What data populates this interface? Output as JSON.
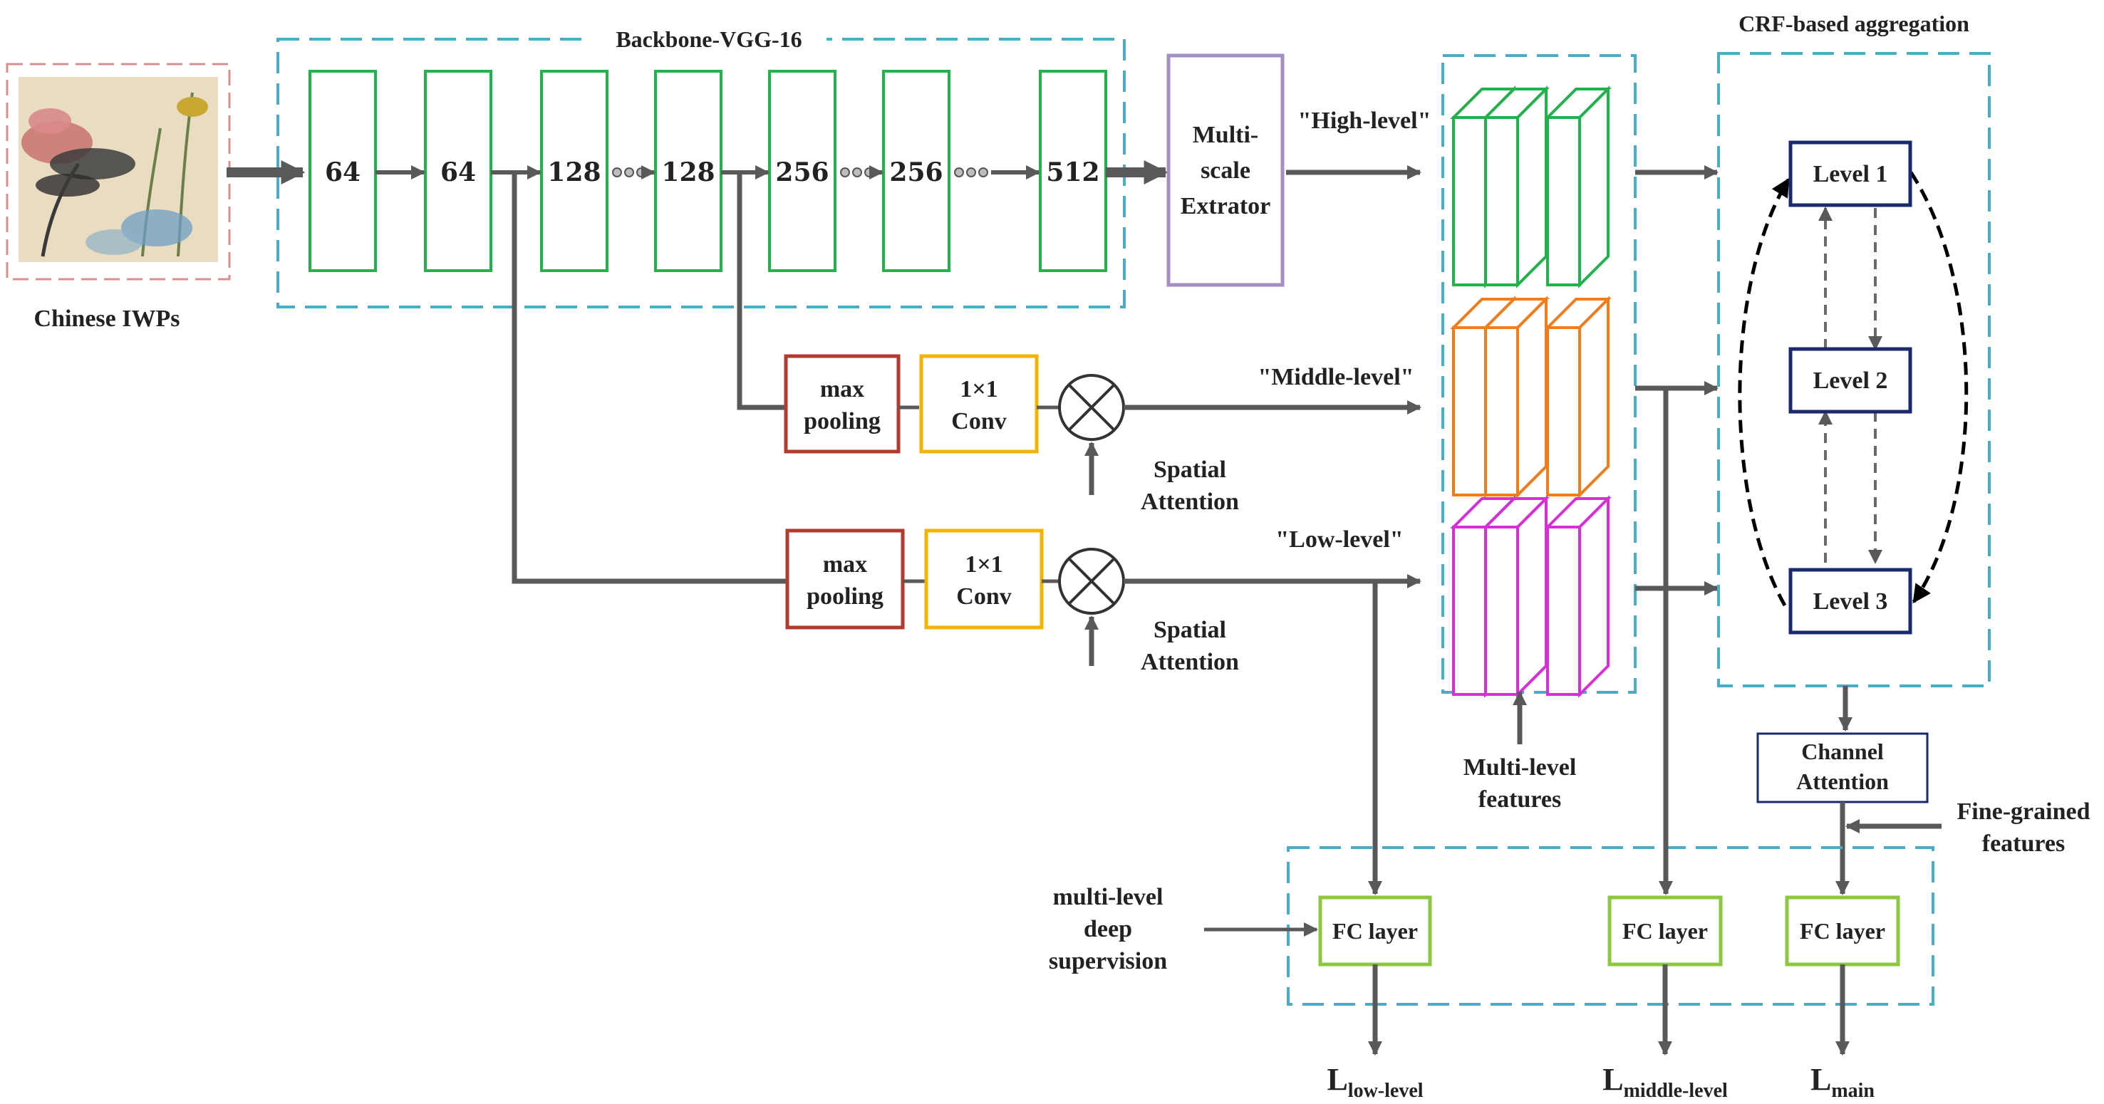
{
  "input": {
    "label": "Chinese IWPs"
  },
  "backbone": {
    "title": "Backbone-VGG-16",
    "layers": [
      "64",
      "64",
      "128",
      "128",
      "256",
      "256",
      "512"
    ]
  },
  "extractor": {
    "line1": "Multi-",
    "line2": "scale",
    "line3": "Extrator"
  },
  "levels": {
    "high": "\"High-level\"",
    "middle": "\"Middle-level\"",
    "low": "\"Low-level\""
  },
  "branch_blocks": {
    "pool_line1": "max",
    "pool_line2": "pooling",
    "conv_line1": "1×1",
    "conv_line2": "Conv",
    "spatial_line1": "Spatial",
    "spatial_line2": "Attention"
  },
  "multilevel": {
    "line1": "Multi-level",
    "line2": "features"
  },
  "crf": {
    "title": "CRF-based aggregation",
    "nodes": [
      "Level 1",
      "Level 2",
      "Level 3"
    ]
  },
  "channel_attention": {
    "line1": "Channel",
    "line2": "Attention"
  },
  "fine_grained": {
    "line1": "Fine-grained",
    "line2": "features"
  },
  "supervision": {
    "line1": "multi-level",
    "line2": "deep",
    "line3": "supervision"
  },
  "fc": {
    "label": "FC layer"
  },
  "losses": {
    "low_main": "L",
    "low_sub": "low-level",
    "mid_main": "L",
    "mid_sub": "middle-level",
    "main_main": "L",
    "main_sub": "main"
  },
  "colors": {
    "arrow": "#595959",
    "dashed_box": "#4bacc6",
    "input_box": "#d9908c",
    "vgg": "#22b14c",
    "extractor": "#a28fc4",
    "pool": "#b23a2e",
    "conv": "#f2b400",
    "high_feat": "#22b14c",
    "mid_feat": "#f07c1c",
    "low_feat": "#d62fd6",
    "crf_node": "#1a2a6c",
    "fc": "#8dc63f"
  }
}
